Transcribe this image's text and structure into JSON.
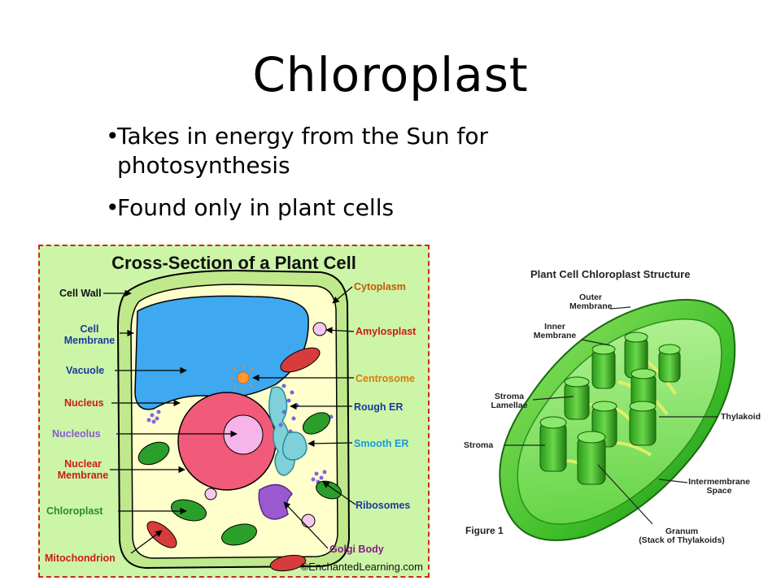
{
  "slide": {
    "title": "Chloroplast",
    "bullets": [
      "Takes in energy from the Sun for photosynthesis",
      "Found only in plant cells"
    ],
    "bullet_char": "•"
  },
  "plant_cell": {
    "title": "Cross-Section of a Plant Cell",
    "labels": {
      "cell_wall": "Cell Wall",
      "cell_membrane": "Cell Membrane",
      "vacuole": "Vacuole",
      "nucleus": "Nucleus",
      "nucleolus": "Nucleolus",
      "nuclear_membrane": "Nuclear Membrane",
      "chloroplast": "Chloroplast",
      "mitochondrion": "Mitochondrion",
      "cytoplasm": "Cytoplasm",
      "amylosplast": "Amylosplast",
      "centrosome": "Centrosome",
      "rough_er": "Rough ER",
      "smooth_er": "Smooth ER",
      "ribosomes": "Ribosomes",
      "golgi_body": "Golgi Body"
    },
    "credit": "©EnchantedLearning.com",
    "colors": {
      "border": "#cc2a1a",
      "background": "#ccf5a8",
      "vacuole": "#3ea8f0",
      "nucleus": "#f25a7a",
      "nucleolus": "#f7b4e8",
      "chloroplast": "#2aa02a",
      "mitochondrion": "#d83b3b",
      "golgi": "#9b59d0",
      "er": "#7fd0d8"
    }
  },
  "chloroplast_diagram": {
    "title": "Plant Cell Chloroplast Structure",
    "labels": {
      "outer_membrane": "Outer Membrane",
      "inner_membrane": "Inner Membrane",
      "stroma_lamellae": "Stroma Lamellae",
      "stroma": "Stroma",
      "thylakoid": "Thylakoid",
      "intermembrane_space": "Intermembrane Space",
      "granum": "Granum",
      "granum_sub": "(Stack of Thylakoids)"
    },
    "figure_label": "Figure 1"
  }
}
